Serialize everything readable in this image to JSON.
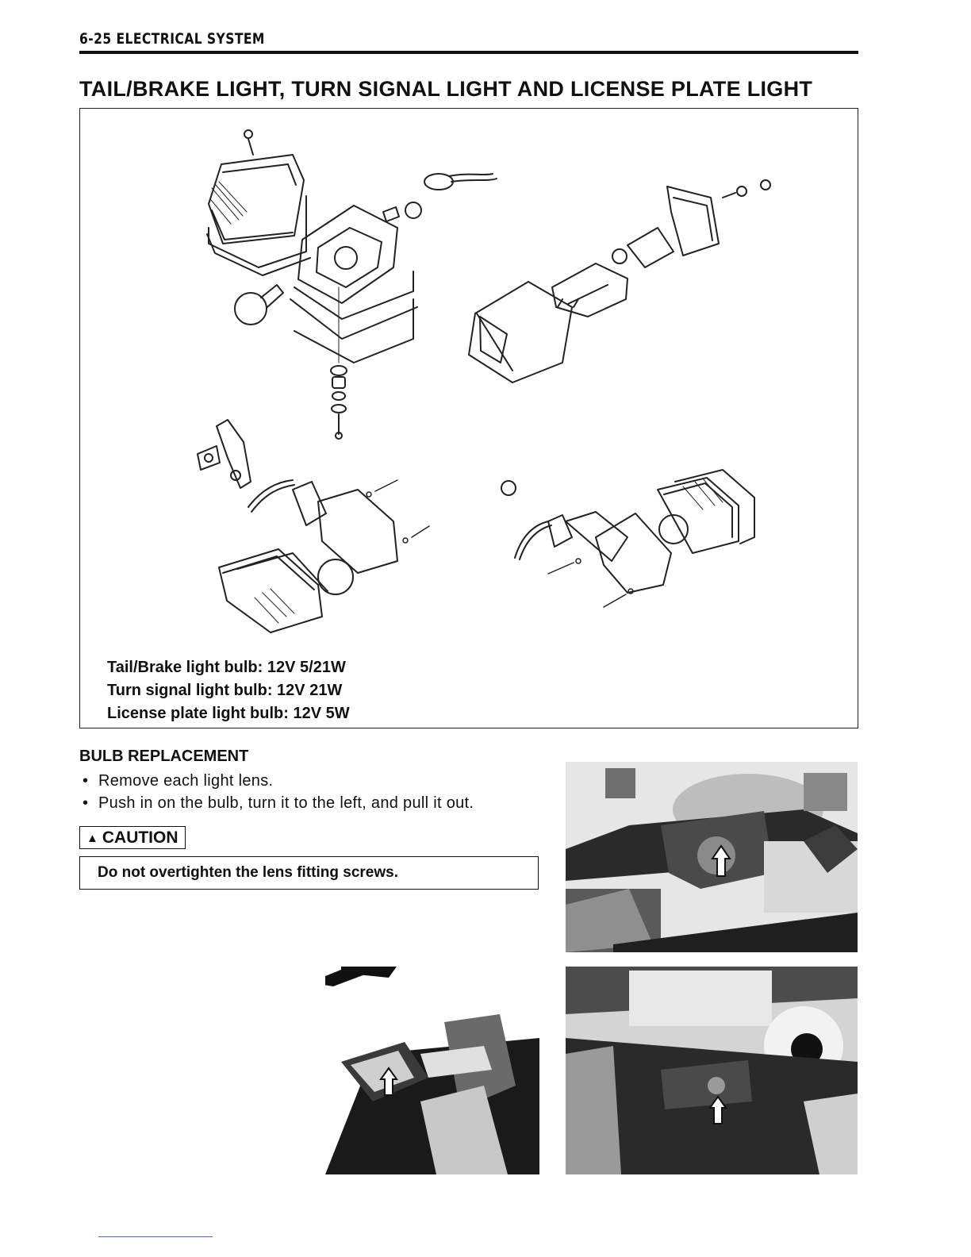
{
  "header": {
    "section_label": "6-25 ELECTRICAL SYSTEM"
  },
  "title": "TAIL/BRAKE LIGHT, TURN SIGNAL LIGHT AND LICENSE PLATE LIGHT",
  "specs": [
    {
      "label": "Tail/Brake light bulb: ",
      "value": "12V 5/21W"
    },
    {
      "label": "Turn signal light bulb: ",
      "value": "12V 21W"
    },
    {
      "label": "License plate light bulb: ",
      "value": "12V 5W"
    }
  ],
  "bulb_replacement": {
    "heading": "BULB REPLACEMENT",
    "steps": [
      "Remove each light lens.",
      "Push in on the bulb, turn it to the left, and pull it out."
    ]
  },
  "caution": {
    "label": "CAUTION",
    "text": "Do not overtighten the lens fitting screws."
  },
  "icons": [
    "warning-triangle-icon",
    "arrow-up-icon"
  ],
  "colors": {
    "text": "#111111",
    "rule": "#111111",
    "footer_rule": "#4a68b8"
  }
}
